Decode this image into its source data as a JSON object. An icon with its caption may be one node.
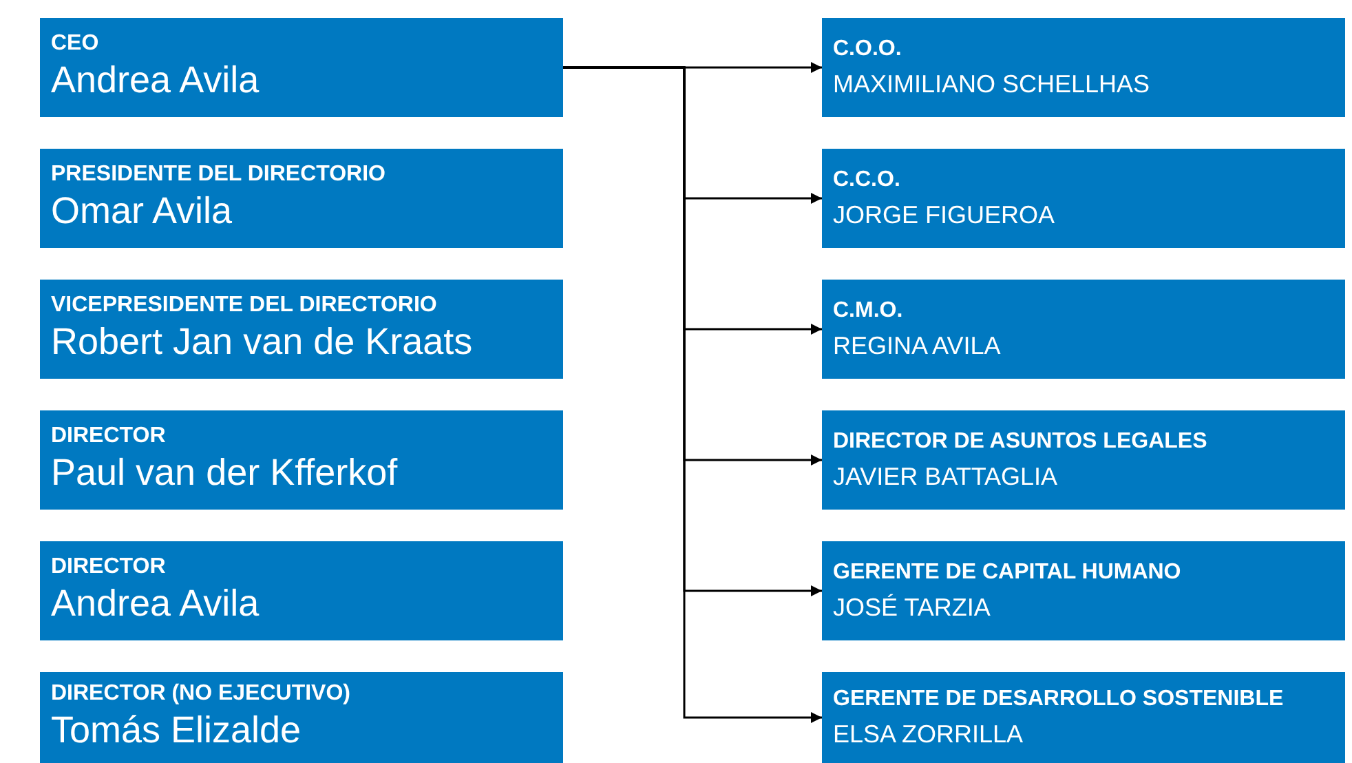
{
  "diagram": {
    "nodes": [
      {
        "text": [
          "CEO",
          "Andrea Avila"
        ]
      },
      {
        "text": [
          "PRESIDENTE DEL DIRECTORIO",
          "Omar Avila"
        ]
      },
      {
        "text": [
          "VICEPRESIDENTE DEL DIRECTORIO",
          "Robert Jan van de Kraats"
        ]
      },
      {
        "text": [
          "DIRECTOR",
          "Paul van der Kfferkof"
        ]
      },
      {
        "text": [
          "DIRECTOR",
          "Andrea Avila"
        ]
      },
      {
        "text": [
          "DIRECTOR (NO EJECUTIVO)",
          "Tomás Elizalde"
        ]
      },
      {
        "text": [
          "C.O.O.",
          "MAXIMILIANO SCHELLHAS"
        ]
      },
      {
        "text": [
          "C.C.O.",
          "JORGE FIGUEROA"
        ]
      },
      {
        "text": [
          "C.M.O.",
          "REGINA AVILA"
        ]
      },
      {
        "text": [
          "DIRECTOR DE ASUNTOS LEGALES",
          "JAVIER BATTAGLIA"
        ]
      },
      {
        "text": [
          "GERENTE DE CAPITAL HUMANO",
          "JOSÉ TARZIA"
        ]
      },
      {
        "text": [
          "GERENTE DE DESARROLLO SOSTENIBLE",
          "ELSA ZORRILLA"
        ]
      }
    ],
    "edges": [
      {
        "from": 0,
        "to": 6,
        "arrow": "to"
      },
      {
        "from": 0,
        "to": 7,
        "arrow": "to"
      },
      {
        "from": 0,
        "to": 8,
        "arrow": "to"
      },
      {
        "from": 0,
        "to": 9,
        "arrow": "to"
      },
      {
        "from": 0,
        "to": 10,
        "arrow": "to"
      },
      {
        "from": 0,
        "to": 11,
        "arrow": "to"
      }
    ]
  }
}
